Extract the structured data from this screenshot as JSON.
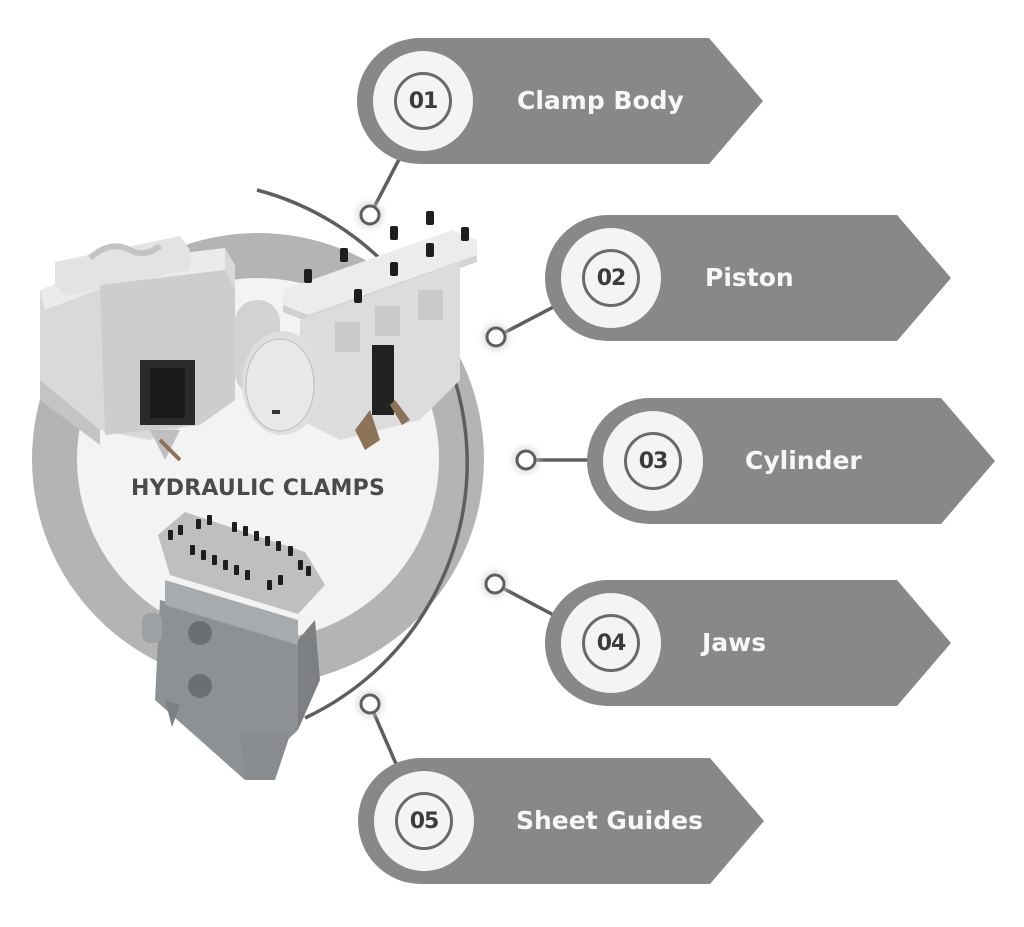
{
  "title": "HYDRAULIC CLAMPS",
  "colors": {
    "pill": "#888888",
    "badge": "#f4f4f4",
    "badge_ring": "#6a6a6a",
    "number_text": "#3c3c3c",
    "label_text": "#f7f7f7",
    "title_text": "#4a4a4a",
    "outer_ring": "#b4b4b4",
    "inner_disc": "#f3f3f3",
    "connector": "#5e5e5e"
  },
  "items": [
    {
      "number": "01",
      "label": "Clamp Body"
    },
    {
      "number": "02",
      "label": "Piston"
    },
    {
      "number": "03",
      "label": "Cylinder"
    },
    {
      "number": "04",
      "label": "Jaws"
    },
    {
      "number": "05",
      "label": "Sheet Guides"
    }
  ],
  "images": [
    {
      "name": "clamp-assembly-left",
      "description": "Hydraulic clamp body with jaw housing"
    },
    {
      "name": "clamp-assembly-right",
      "description": "Hydraulic clamp with cylinder and bolted top plate"
    },
    {
      "name": "clamp-assembly-bottom",
      "description": "Sheet guide housing with bolted top plate"
    }
  ]
}
